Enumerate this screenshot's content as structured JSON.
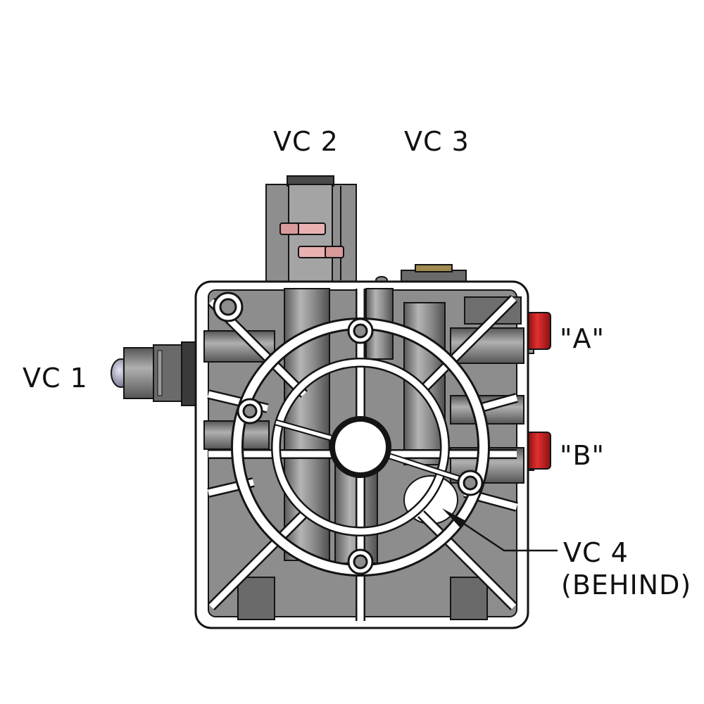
{
  "labels": {
    "vc1": "VC 1",
    "vc2": "VC 2",
    "vc3": "VC 3",
    "vc4": "VC 4",
    "vc4_note": "(BEHIND)",
    "port_a": "\"A\"",
    "port_b": "\"B\""
  },
  "colors": {
    "background": "#ffffff",
    "outline": "#141414",
    "body_gray": "#8d8d8d",
    "body_dark": "#5e5e5e",
    "rib_white": "#ffffff",
    "port_red": "#c81d1d",
    "screw_pink": "#e8b2b2",
    "label_text": "#111111"
  },
  "parts": {
    "cartridges": [
      "vc1",
      "vc2",
      "vc3",
      "vc4"
    ],
    "ports": [
      "port_a",
      "port_b"
    ],
    "icons": [
      "valve-block",
      "cartridge-valve",
      "port-plug",
      "leader-arrow"
    ]
  }
}
